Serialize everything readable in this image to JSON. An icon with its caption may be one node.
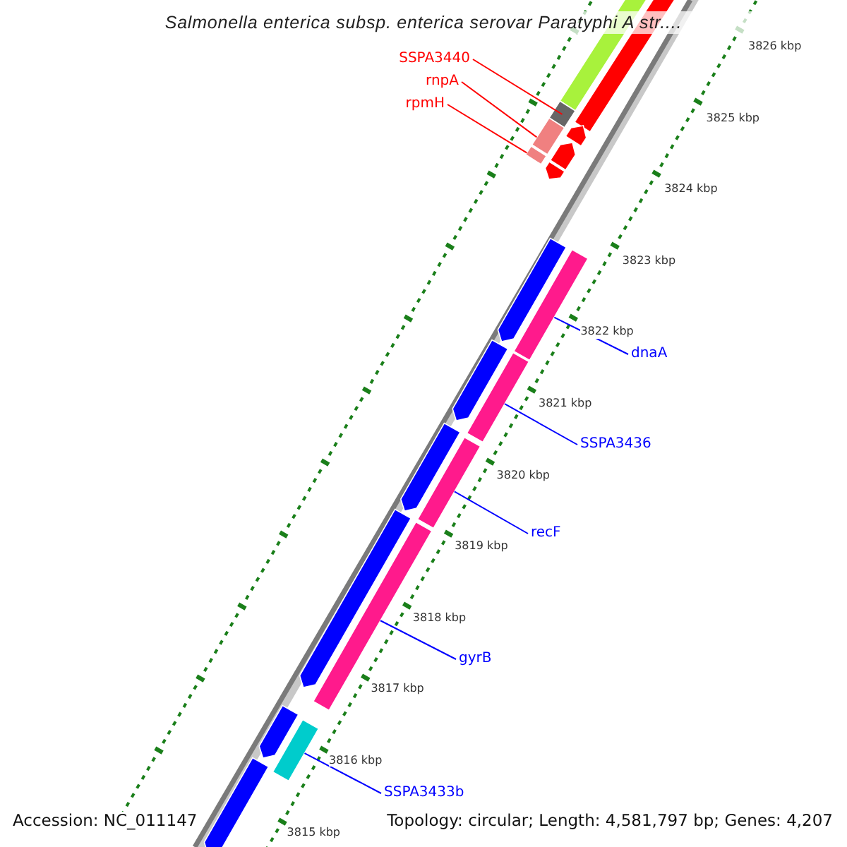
{
  "diagram": {
    "title": "Salmonella enterica subsp. enterica serovar Paratyphi A str....",
    "nodes": [
      {
        "text": [
          "SSPA3440"
        ]
      },
      {
        "text": [
          "rnpA"
        ]
      },
      {
        "text": [
          "rpmH"
        ]
      },
      {
        "text": [
          "dnaA"
        ]
      },
      {
        "text": [
          "SSPA3436"
        ]
      },
      {
        "text": [
          "recF"
        ]
      },
      {
        "text": [
          "gyrB"
        ]
      },
      {
        "text": [
          "SSPA3433b"
        ]
      },
      {
        "text": [],
        "shape": "bar"
      },
      {
        "text": [],
        "shape": "bar"
      },
      {
        "text": [],
        "shape": "bar"
      },
      {
        "text": [],
        "shape": "bar"
      },
      {
        "text": [],
        "shape": "bar"
      },
      {
        "text": [],
        "shape": "bar"
      },
      {
        "text": [],
        "shape": "bar"
      },
      {
        "text": [],
        "shape": "bar"
      },
      {
        "text": [],
        "shape": "bar"
      },
      {
        "text": [],
        "shape": "bar"
      },
      {
        "text": [],
        "shape": "bar"
      },
      {
        "text": [],
        "shape": "bar"
      },
      {
        "text": [],
        "shape": "bar"
      },
      {
        "text": [],
        "shape": "bar"
      },
      {
        "text": [],
        "shape": "bar"
      },
      {
        "text": [],
        "shape": "bar"
      },
      {
        "text": [],
        "shape": "bar"
      },
      {
        "text": [],
        "shape": "bar"
      },
      {
        "text": [],
        "shape": "bar"
      }
    ],
    "edges": [
      {
        "from": 0,
        "to": 10,
        "arrow": "none",
        "color": "#ff0000"
      },
      {
        "from": 1,
        "to": 11,
        "arrow": "none",
        "color": "#ff0000"
      },
      {
        "from": 2,
        "to": 14,
        "arrow": "none",
        "color": "#ff0000"
      },
      {
        "from": 3,
        "to": 17,
        "arrow": "none"
      },
      {
        "from": 4,
        "to": 19,
        "arrow": "none"
      },
      {
        "from": 5,
        "to": 21,
        "arrow": "none"
      },
      {
        "from": 6,
        "to": 23,
        "arrow": "none"
      },
      {
        "from": 7,
        "to": 25,
        "arrow": "none"
      }
    ],
    "labels": [
      "3826 kbp",
      "3825 kbp",
      "3824 kbp",
      "3823 kbp",
      "3822 kbp",
      "3821 kbp",
      "3820 kbp",
      "3819 kbp",
      "3818 kbp",
      "3817 kbp",
      "3816 kbp",
      "3815 kbp",
      "Accession: NC_011147",
      "Topology: circular; Length: 4,581,797 bp; Genes: 4,207"
    ]
  }
}
